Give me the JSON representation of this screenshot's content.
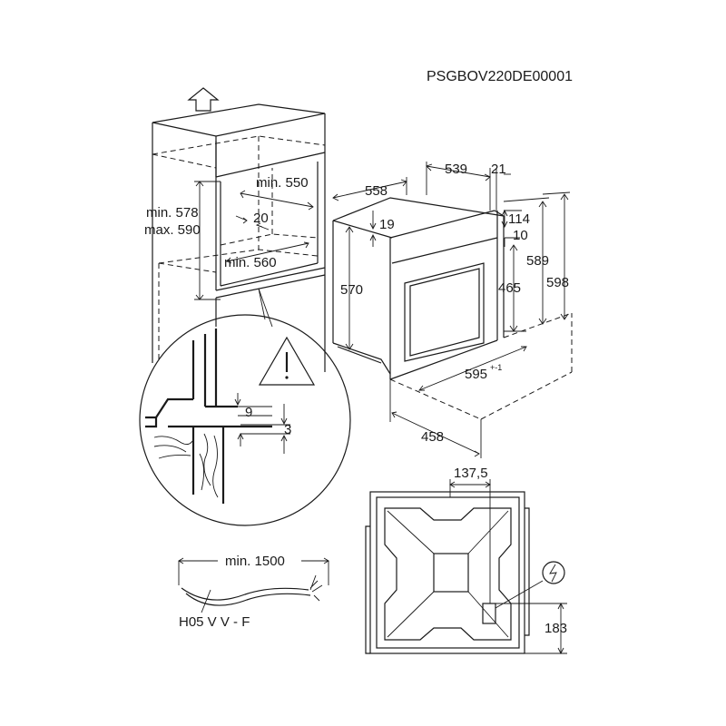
{
  "doc_code": "PSGBOV220DE00001",
  "niche": {
    "height_min": "min. 578",
    "height_max": "max. 590",
    "depth_min_top": "min. 550",
    "depth_min_bottom": "min. 560",
    "gap": "20"
  },
  "detail": {
    "dim_9": "9",
    "dim_3": "3"
  },
  "oven": {
    "depth_total": "558",
    "depth_body": "539",
    "front_thickness": "21",
    "top_offset": "19",
    "body_height": "570",
    "panel_top": "114",
    "panel_step": "10",
    "door_height": "465",
    "front_height": "589",
    "total_height": "598",
    "width": "595",
    "width_tolerance": "+-1",
    "depth_side": "458"
  },
  "cable": {
    "length": "min. 1500",
    "type": "H05 V V - F"
  },
  "back": {
    "offset_x": "137,5",
    "offset_y": "183"
  },
  "icons": [
    "up-arrow-icon",
    "warning-triangle-icon",
    "electric-hazard-icon"
  ]
}
